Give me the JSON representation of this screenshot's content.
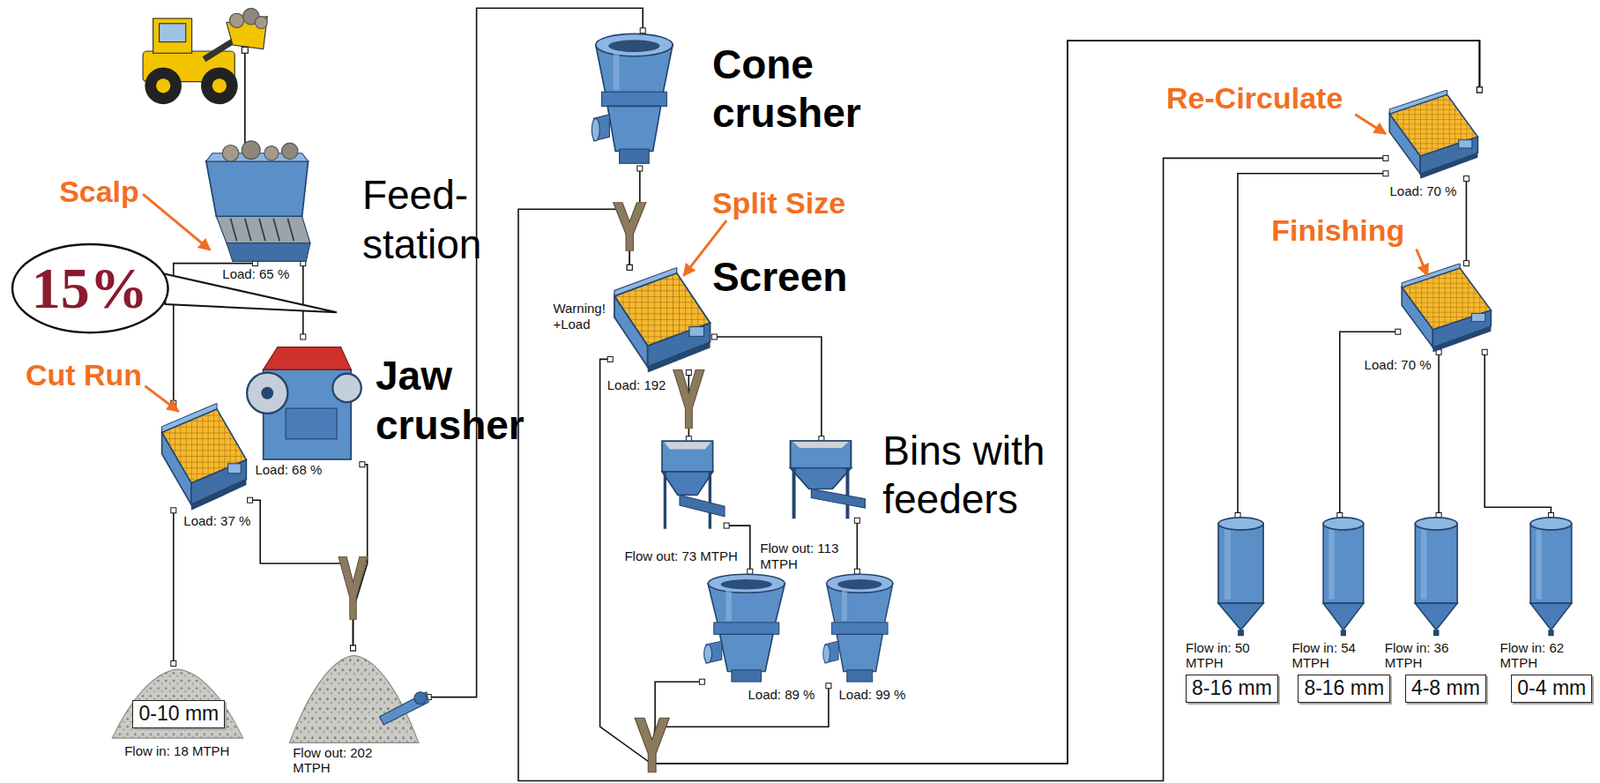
{
  "diagram": {
    "nodes": [
      {
        "text": [
          "Feed- station",
          "Load: 65 %"
        ]
      },
      {
        "text": [
          "15%"
        ]
      },
      {
        "text": [
          "Jaw crusher",
          "Load: 68 %"
        ]
      },
      {
        "text": [
          "Load: 37 %"
        ]
      },
      {
        "text": [
          "0-10 mm",
          "Flow in: 18 MTPH"
        ]
      },
      {
        "text": [
          "Flow out: 202 MTPH"
        ]
      },
      {
        "text": [
          "Cone crusher"
        ]
      },
      {
        "text": [
          "Screen",
          "Warning! +Load",
          "Load: 192"
        ]
      },
      {
        "text": [
          "Flow out: 73 MTPH"
        ]
      },
      {
        "text": [
          "Flow out: 113 MTPH"
        ]
      },
      {
        "text": [
          "Load: 89 %"
        ]
      },
      {
        "text": [
          "Load: 99 %"
        ]
      },
      {
        "text": [
          "Load: 70 %"
        ]
      },
      {
        "text": [
          "Load: 70 %"
        ]
      },
      {
        "text": [
          "Flow in: 50 MTPH",
          "8-16 mm"
        ]
      },
      {
        "text": [
          "Flow in: 54 MTPH",
          "8-16 mm"
        ]
      },
      {
        "text": [
          "Flow in: 36 MTPH",
          "4-8 mm"
        ]
      },
      {
        "text": [
          "Flow in: 62 MTPH",
          "0-4 mm"
        ]
      }
    ],
    "edges": [
      {
        "from": 0,
        "to": 2,
        "arrow": "none"
      },
      {
        "from": 0,
        "to": 3,
        "arrow": "none"
      },
      {
        "from": 3,
        "to": 4,
        "arrow": "none"
      },
      {
        "from": 3,
        "to": 5,
        "arrow": "none"
      },
      {
        "from": 2,
        "to": 5,
        "arrow": "none"
      },
      {
        "from": 5,
        "to": 6,
        "arrow": "none"
      },
      {
        "from": 6,
        "to": 7,
        "arrow": "none"
      },
      {
        "from": 7,
        "to": 8,
        "arrow": "none"
      },
      {
        "from": 7,
        "to": 9,
        "arrow": "none"
      },
      {
        "from": 7,
        "to": 12,
        "arrow": "none"
      },
      {
        "from": 8,
        "to": 10,
        "arrow": "none"
      },
      {
        "from": 9,
        "to": 11,
        "arrow": "none"
      },
      {
        "from": 10,
        "to": 12,
        "arrow": "none"
      },
      {
        "from": 11,
        "to": 12,
        "arrow": "none"
      },
      {
        "from": 12,
        "to": 7,
        "arrow": "none"
      },
      {
        "from": 12,
        "to": 14,
        "arrow": "none"
      },
      {
        "from": 12,
        "to": 13,
        "arrow": "none"
      },
      {
        "from": 13,
        "to": 15,
        "arrow": "none"
      },
      {
        "from": 13,
        "to": 16,
        "arrow": "none"
      },
      {
        "from": 13,
        "to": 17,
        "arrow": "none"
      }
    ],
    "labels": [
      "Scalp",
      "Cut Run",
      "Split Size",
      "Re-Circulate",
      "Finishing",
      "Bins with feeders"
    ]
  }
}
